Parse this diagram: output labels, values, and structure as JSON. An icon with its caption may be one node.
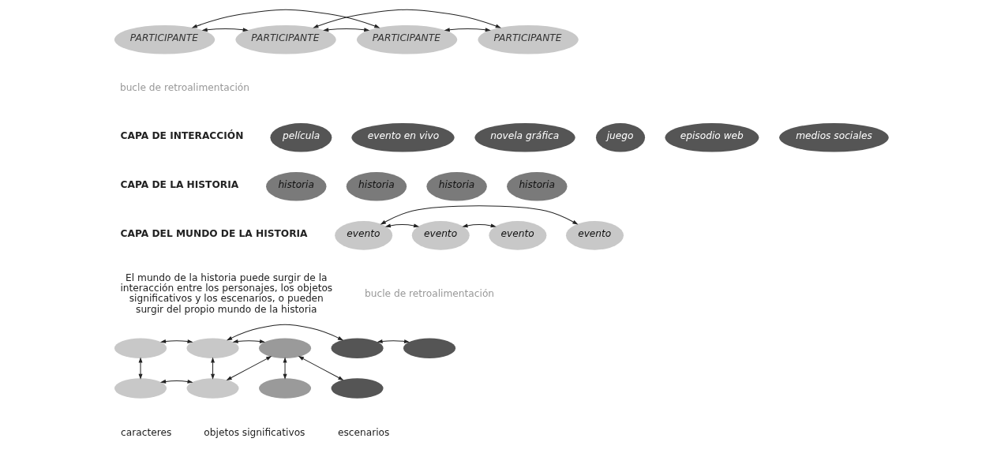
{
  "diagram": {
    "nodes": [
      {
        "text": [
          "PARTICIPANTE"
        ]
      },
      {
        "text": [
          "PARTICIPANTE"
        ]
      },
      {
        "text": [
          "PARTICIPANTE"
        ]
      },
      {
        "text": [
          "PARTICIPANTE"
        ]
      },
      {
        "text": [
          "película"
        ]
      },
      {
        "text": [
          "evento en vivo"
        ]
      },
      {
        "text": [
          "novela gráfica"
        ]
      },
      {
        "text": [
          "juego"
        ]
      },
      {
        "text": [
          "episodio web"
        ]
      },
      {
        "text": [
          "medios sociales"
        ]
      },
      {
        "text": [
          "historia"
        ]
      },
      {
        "text": [
          "historia"
        ]
      },
      {
        "text": [
          "historia"
        ]
      },
      {
        "text": [
          "historia"
        ]
      },
      {
        "text": [
          "evento"
        ]
      },
      {
        "text": [
          "evento"
        ]
      },
      {
        "text": [
          "evento"
        ]
      },
      {
        "text": [
          "evento"
        ]
      },
      {
        "text": [],
        "shape": "ellipse"
      },
      {
        "text": [],
        "shape": "ellipse"
      },
      {
        "text": [],
        "shape": "ellipse"
      },
      {
        "text": [],
        "shape": "ellipse"
      },
      {
        "text": [],
        "shape": "ellipse"
      },
      {
        "text": [],
        "shape": "ellipse"
      },
      {
        "text": [],
        "shape": "ellipse"
      },
      {
        "text": [],
        "shape": "ellipse"
      },
      {
        "text": [],
        "shape": "ellipse"
      }
    ],
    "edges": [
      {
        "from": 0,
        "to": 1,
        "arrow": "both"
      },
      {
        "from": 0,
        "to": 2,
        "arrow": "both"
      },
      {
        "from": 2,
        "to": 1,
        "arrow": "both"
      },
      {
        "from": 1,
        "to": 3,
        "arrow": "both"
      },
      {
        "from": 2,
        "to": 3,
        "arrow": "both"
      },
      {
        "from": 14,
        "to": 15,
        "arrow": "both"
      },
      {
        "from": 15,
        "to": 16,
        "arrow": "both"
      },
      {
        "from": 14,
        "to": 17,
        "arrow": "both"
      },
      {
        "from": 18,
        "to": 19,
        "arrow": "both"
      },
      {
        "from": 18,
        "to": 20,
        "arrow": "both"
      },
      {
        "from": 20,
        "to": 21,
        "arrow": "both"
      },
      {
        "from": 19,
        "to": 21,
        "arrow": "both"
      },
      {
        "from": 21,
        "to": 22,
        "arrow": "both"
      },
      {
        "from": 19,
        "to": 22,
        "arrow": "both"
      },
      {
        "from": 22,
        "to": 23,
        "arrow": "both"
      },
      {
        "from": 19,
        "to": 24,
        "arrow": "both"
      },
      {
        "from": 24,
        "to": 25,
        "arrow": "both"
      },
      {
        "from": 22,
        "to": 26,
        "arrow": "both"
      }
    ],
    "labels": [
      "bucle de retroalimentación",
      "CAPA DE INTERACCIÓN",
      "CAPA DE LA HISTORIA",
      "CAPA DEL MUNDO DE LA HISTORIA",
      "El mundo de la historia puede surgir de la interacción entre los personajes, los objetos significativos y los escenarios, o pueden surgir del propio mundo de la historia",
      "bucle de retroalimentación",
      "caracteres",
      "objetos significativos",
      "escenarios"
    ]
  }
}
